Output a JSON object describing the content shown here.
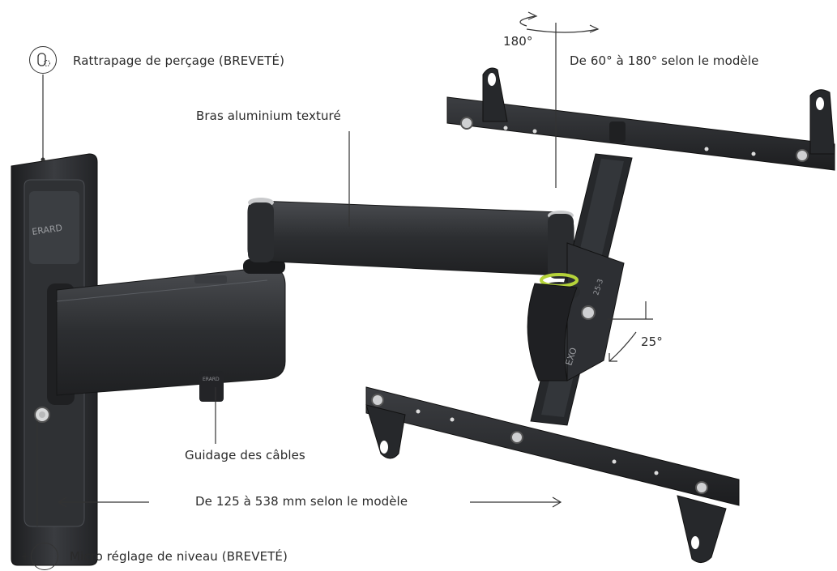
{
  "callouts": {
    "drilling": "Rattrapage de perçage (BREVETÉ)",
    "arm": "Bras aluminium texturé",
    "rotation_angle": "180°",
    "rotation_range": "De 60° à 180° selon le modèle",
    "tilt": "25°",
    "cables": "Guidage des câbles",
    "extension": "De 125 à 538 mm selon le modèle",
    "level": "Micro réglage de niveau (BREVETÉ)"
  },
  "branding": {
    "wall_plate_logo": "ERARD",
    "clip_logo": "ERARD",
    "tilt_hub_text": "EXO",
    "tilt_marker_text": "25-3"
  },
  "colors": {
    "metal": "#2b2d30",
    "metal_light": "#4a4d52",
    "accent": "#b5d33a",
    "text": "#2a2a2a"
  },
  "icons": {
    "drilling": "drill-offset-icon",
    "level": "level-adjust-icon"
  }
}
